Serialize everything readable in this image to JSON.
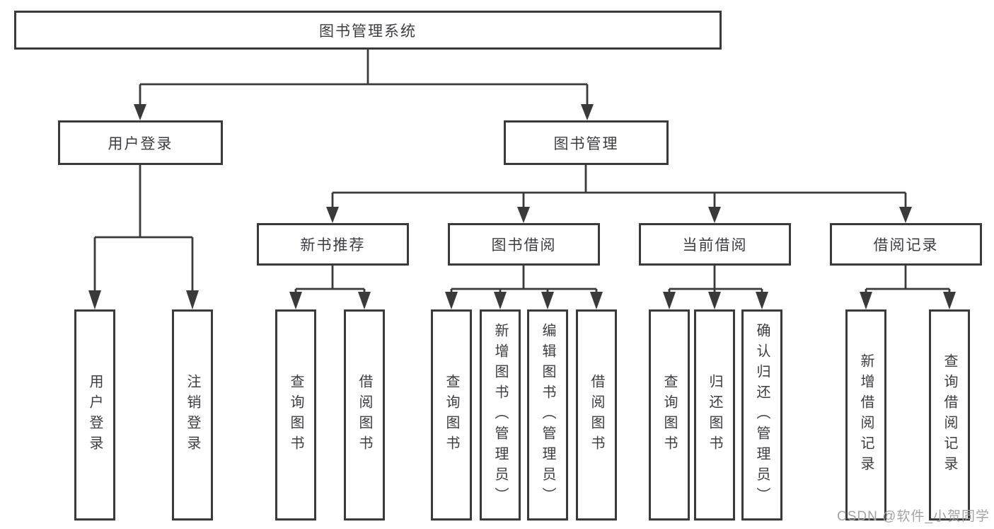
{
  "diagram": {
    "title": "图书管理系统",
    "branches": [
      {
        "label": "用户登录",
        "children": [
          "用户登录",
          "注销登录"
        ]
      },
      {
        "label": "图书管理",
        "groups": [
          {
            "label": "新书推荐",
            "children": [
              "查询图书",
              "借阅图书"
            ]
          },
          {
            "label": "图书借阅",
            "children": [
              "查询图书",
              "新增图书（管理员）",
              "编辑图书（管理员）",
              "借阅图书"
            ]
          },
          {
            "label": "当前借阅",
            "children": [
              "查询图书",
              "归还图书",
              "确认归还（管理员）"
            ]
          },
          {
            "label": "借阅记录",
            "children": [
              "新增借阅记录",
              "查询借阅记录"
            ]
          }
        ]
      }
    ]
  },
  "watermark": "CSDN @软件_小贺同学",
  "colors": {
    "line": "#3a3a3a",
    "text": "#3d3d41",
    "watermark": "#a3a3a3",
    "background": "#ffffff"
  }
}
